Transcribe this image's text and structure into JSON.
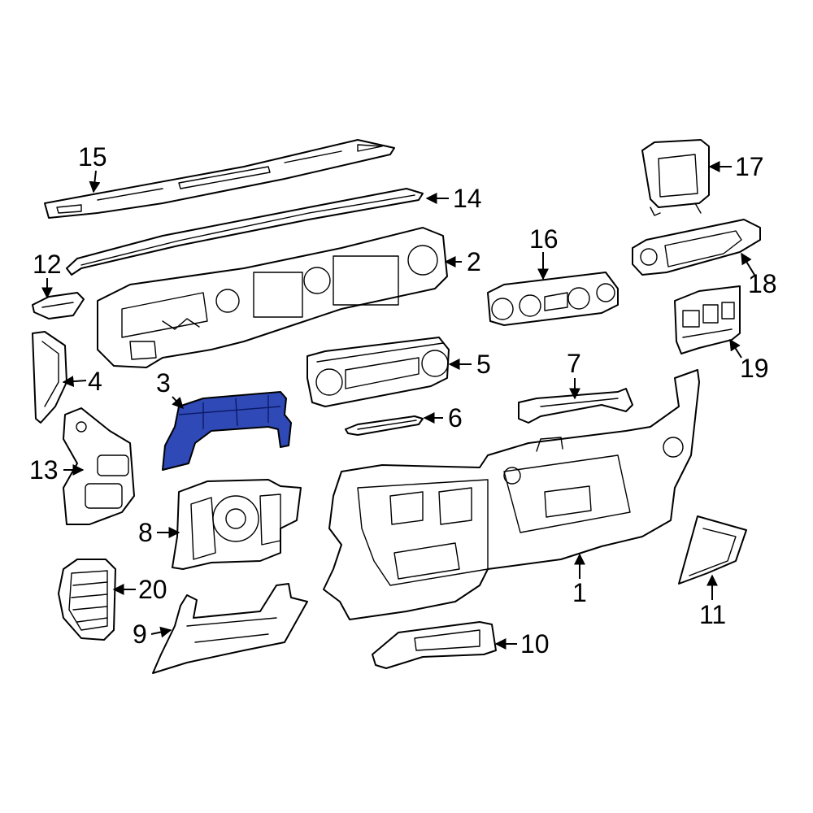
{
  "diagram": {
    "highlight_color": "#2f49b6",
    "callouts": [
      {
        "id": "c1",
        "label": "1"
      },
      {
        "id": "c2",
        "label": "2"
      },
      {
        "id": "c3",
        "label": "3"
      },
      {
        "id": "c4",
        "label": "4"
      },
      {
        "id": "c5",
        "label": "5"
      },
      {
        "id": "c6",
        "label": "6"
      },
      {
        "id": "c7",
        "label": "7"
      },
      {
        "id": "c8",
        "label": "8"
      },
      {
        "id": "c9",
        "label": "9"
      },
      {
        "id": "c10",
        "label": "10"
      },
      {
        "id": "c11",
        "label": "11"
      },
      {
        "id": "c12",
        "label": "12"
      },
      {
        "id": "c13",
        "label": "13"
      },
      {
        "id": "c14",
        "label": "14"
      },
      {
        "id": "c15",
        "label": "15"
      },
      {
        "id": "c16",
        "label": "16"
      },
      {
        "id": "c17",
        "label": "17"
      },
      {
        "id": "c18",
        "label": "18"
      },
      {
        "id": "c19",
        "label": "19"
      },
      {
        "id": "c20",
        "label": "20"
      }
    ],
    "highlighted_part": "3"
  }
}
